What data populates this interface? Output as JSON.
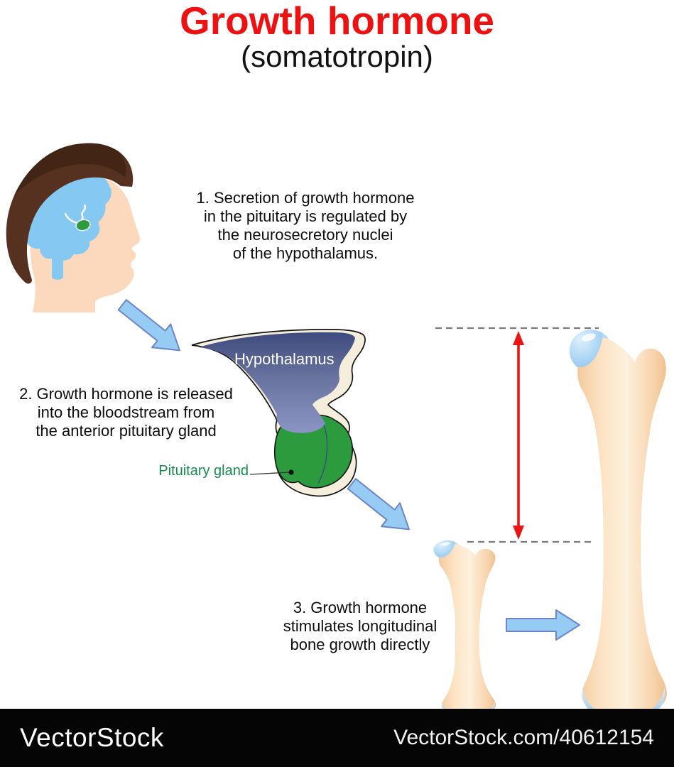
{
  "title": "Growth hormone",
  "subtitle": "(somatotropin)",
  "steps": {
    "step1": "1. Secretion of growth hormone\nin the pituitary is regulated by\nthe neurosecretory nuclei\nof the hypothalamus.",
    "step2": "2. Growth hormone is released\ninto the bloodstream from\nthe anterior pituitary gland",
    "step3": "3. Growth hormone\nstimulates longitudinal\nbone growth directly"
  },
  "labels": {
    "hypothalamus": "Hypothalamus",
    "pituitary_gland": "Pituitary gland"
  },
  "watermark": {
    "brand": "VectorStock",
    "id_url": "VectorStock.com/40612154"
  },
  "colors": {
    "title_red": "#ee1111",
    "measure_red": "#ea1414",
    "pituitary_label_green": "#168b50",
    "hypothalamus_purple": "#6872ab",
    "pituitary_green": "#2b9b3e",
    "brain_blue": "#85c8f1",
    "hair_brown": "#56311f",
    "hair_brown_dark": "#432516",
    "skin": "#fcd8bd",
    "bone_peach": "#fbdcba",
    "cartilage_blue": "#a9d4f6",
    "arrow_blue": "#96ccf4",
    "arrow_blue_border": "#6d84c8",
    "cream": "#f6eedd",
    "dash_gray": "#7a7a7a",
    "watermark_bg": "#050505"
  }
}
